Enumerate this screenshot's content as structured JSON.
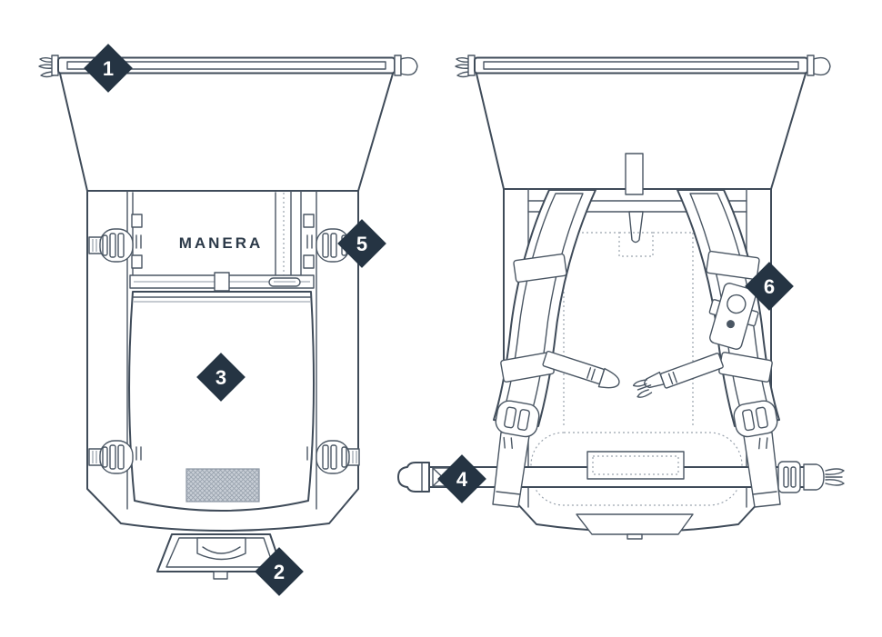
{
  "diagram": {
    "brand_label": "MANERA",
    "markers": [
      {
        "label": "1"
      },
      {
        "label": "2"
      },
      {
        "label": "3"
      },
      {
        "label": "4"
      },
      {
        "label": "5"
      },
      {
        "label": "6"
      }
    ],
    "colors": {
      "line": "#3f4b59",
      "line_light": "#8d97a3",
      "marker_bg": "#253443",
      "marker_text": "#ffffff",
      "mesh_fill": "#dcdfe4",
      "mesh_line": "#aeb6c1",
      "strap_hatch": "#5b6774",
      "background": "#ffffff"
    }
  }
}
